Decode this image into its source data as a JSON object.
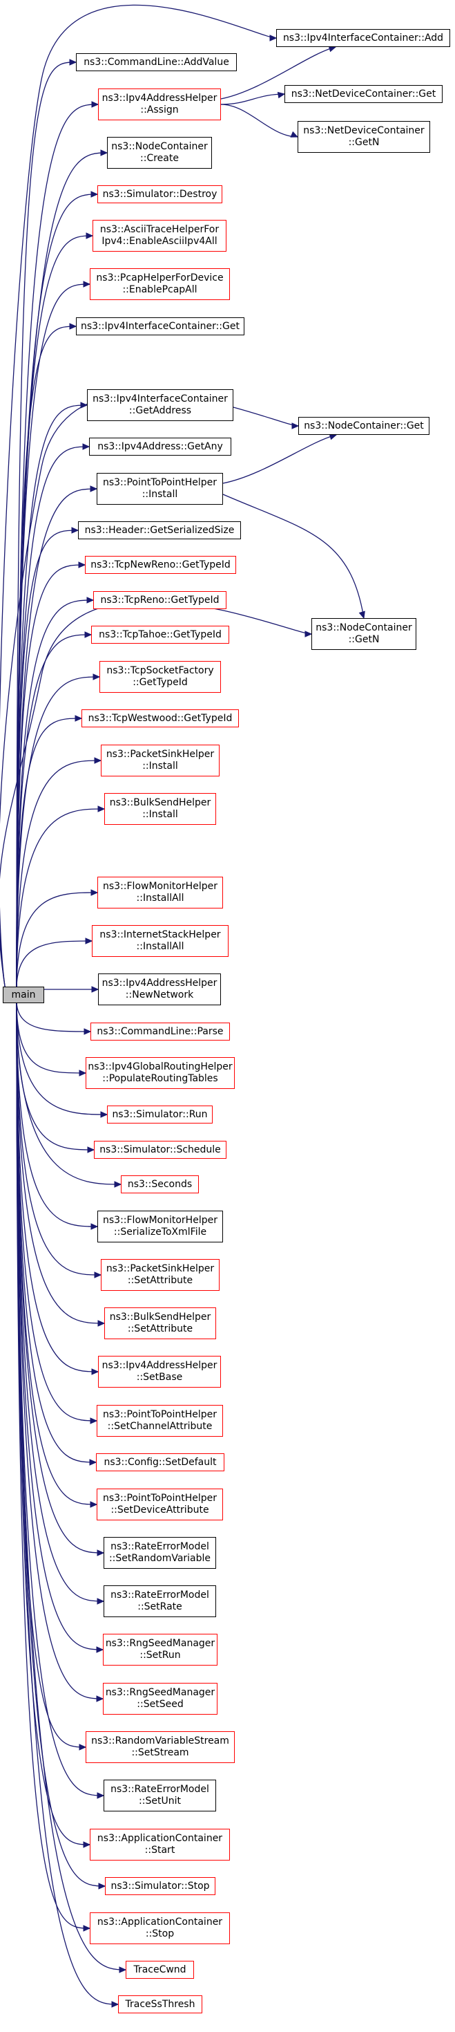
{
  "diagram": {
    "type": "call-graph",
    "edge_color": "#191970",
    "root": {
      "id": "main",
      "lines": [
        "main"
      ]
    },
    "nodes": [
      {
        "id": "commandline-addvalue",
        "lines": [
          "ns3::CommandLine::AddValue"
        ],
        "border": "black"
      },
      {
        "id": "ipv4addresshelper-assign",
        "lines": [
          "ns3::Ipv4AddressHelper",
          "::Assign"
        ],
        "border": "red"
      },
      {
        "id": "nodecontainer-create",
        "lines": [
          "ns3::NodeContainer",
          "::Create"
        ],
        "border": "black"
      },
      {
        "id": "simulator-destroy",
        "lines": [
          "ns3::Simulator::Destroy"
        ],
        "border": "red"
      },
      {
        "id": "asciitrace-enableasciiipv4all",
        "lines": [
          "ns3::AsciiTraceHelperFor",
          "Ipv4::EnableAsciiIpv4All"
        ],
        "border": "red"
      },
      {
        "id": "pcaphelper-enablepcapall",
        "lines": [
          "ns3::PcapHelperForDevice",
          "::EnablePcapAll"
        ],
        "border": "red"
      },
      {
        "id": "ipv4interfacecontainer-get",
        "lines": [
          "ns3::Ipv4InterfaceContainer::Get"
        ],
        "border": "black"
      },
      {
        "id": "ipv4interfacecontainer-getaddress",
        "lines": [
          "ns3::Ipv4InterfaceContainer",
          "::GetAddress"
        ],
        "border": "black"
      },
      {
        "id": "ipv4address-getany",
        "lines": [
          "ns3::Ipv4Address::GetAny"
        ],
        "border": "black"
      },
      {
        "id": "pointtopointhelper-install",
        "lines": [
          "ns3::PointToPointHelper",
          "::Install"
        ],
        "border": "black"
      },
      {
        "id": "header-getserializedsize",
        "lines": [
          "ns3::Header::GetSerializedSize"
        ],
        "border": "black"
      },
      {
        "id": "tcpnewreno-gettypeid",
        "lines": [
          "ns3::TcpNewReno::GetTypeId"
        ],
        "border": "red"
      },
      {
        "id": "tcpreno-gettypeid",
        "lines": [
          "ns3::TcpReno::GetTypeId"
        ],
        "border": "red"
      },
      {
        "id": "tcptahoe-gettypeid",
        "lines": [
          "ns3::TcpTahoe::GetTypeId"
        ],
        "border": "red"
      },
      {
        "id": "tcpsocketfactory-gettypeid",
        "lines": [
          "ns3::TcpSocketFactory",
          "::GetTypeId"
        ],
        "border": "red"
      },
      {
        "id": "tcpwestwood-gettypeid",
        "lines": [
          "ns3::TcpWestwood::GetTypeId"
        ],
        "border": "red"
      },
      {
        "id": "packetsinkhelper-install",
        "lines": [
          "ns3::PacketSinkHelper",
          "::Install"
        ],
        "border": "red"
      },
      {
        "id": "bulksendhelper-install",
        "lines": [
          "ns3::BulkSendHelper",
          "::Install"
        ],
        "border": "red"
      },
      {
        "id": "flowmonitorhelper-installall",
        "lines": [
          "ns3::FlowMonitorHelper",
          "::InstallAll"
        ],
        "border": "red"
      },
      {
        "id": "internetstackhelper-installall",
        "lines": [
          "ns3::InternetStackHelper",
          "::InstallAll"
        ],
        "border": "red"
      },
      {
        "id": "ipv4addresshelper-newnetwork",
        "lines": [
          "ns3::Ipv4AddressHelper",
          "::NewNetwork"
        ],
        "border": "black"
      },
      {
        "id": "commandline-parse",
        "lines": [
          "ns3::CommandLine::Parse"
        ],
        "border": "red"
      },
      {
        "id": "ipv4globalrouting-populate",
        "lines": [
          "ns3::Ipv4GlobalRoutingHelper",
          "::PopulateRoutingTables"
        ],
        "border": "red"
      },
      {
        "id": "simulator-run",
        "lines": [
          "ns3::Simulator::Run"
        ],
        "border": "red"
      },
      {
        "id": "simulator-schedule",
        "lines": [
          "ns3::Simulator::Schedule"
        ],
        "border": "red"
      },
      {
        "id": "seconds",
        "lines": [
          "ns3::Seconds"
        ],
        "border": "red"
      },
      {
        "id": "flowmonitorhelper-serialize",
        "lines": [
          "ns3::FlowMonitorHelper",
          "::SerializeToXmlFile"
        ],
        "border": "black"
      },
      {
        "id": "packetsinkhelper-setattribute",
        "lines": [
          "ns3::PacketSinkHelper",
          "::SetAttribute"
        ],
        "border": "red"
      },
      {
        "id": "bulksendhelper-setattribute",
        "lines": [
          "ns3::BulkSendHelper",
          "::SetAttribute"
        ],
        "border": "red"
      },
      {
        "id": "ipv4addresshelper-setbase",
        "lines": [
          "ns3::Ipv4AddressHelper",
          "::SetBase"
        ],
        "border": "red"
      },
      {
        "id": "pointtopointhelper-setchannelattribute",
        "lines": [
          "ns3::PointToPointHelper",
          "::SetChannelAttribute"
        ],
        "border": "red"
      },
      {
        "id": "config-setdefault",
        "lines": [
          "ns3::Config::SetDefault"
        ],
        "border": "red"
      },
      {
        "id": "pointtopointhelper-setdeviceattribute",
        "lines": [
          "ns3::PointToPointHelper",
          "::SetDeviceAttribute"
        ],
        "border": "red"
      },
      {
        "id": "rateerrormodel-setrandomvariable",
        "lines": [
          "ns3::RateErrorModel",
          "::SetRandomVariable"
        ],
        "border": "black"
      },
      {
        "id": "rateerrormodel-setrate",
        "lines": [
          "ns3::RateErrorModel",
          "::SetRate"
        ],
        "border": "black"
      },
      {
        "id": "rngseedmanager-setrun",
        "lines": [
          "ns3::RngSeedManager",
          "::SetRun"
        ],
        "border": "red"
      },
      {
        "id": "rngseedmanager-setseed",
        "lines": [
          "ns3::RngSeedManager",
          "::SetSeed"
        ],
        "border": "red"
      },
      {
        "id": "randomvariablestream-setstream",
        "lines": [
          "ns3::RandomVariableStream",
          "::SetStream"
        ],
        "border": "red"
      },
      {
        "id": "rateerrormodel-setunit",
        "lines": [
          "ns3::RateErrorModel",
          "::SetUnit"
        ],
        "border": "black"
      },
      {
        "id": "applicationcontainer-start",
        "lines": [
          "ns3::ApplicationContainer",
          "::Start"
        ],
        "border": "red"
      },
      {
        "id": "simulator-stop",
        "lines": [
          "ns3::Simulator::Stop"
        ],
        "border": "red"
      },
      {
        "id": "applicationcontainer-stop",
        "lines": [
          "ns3::ApplicationContainer",
          "::Stop"
        ],
        "border": "red"
      },
      {
        "id": "tracecwnd",
        "lines": [
          "TraceCwnd"
        ],
        "border": "red"
      },
      {
        "id": "tracessthresh",
        "lines": [
          "TraceSsThresh"
        ],
        "border": "red"
      },
      {
        "id": "ipv4interfacecontainer-add",
        "lines": [
          "ns3::Ipv4InterfaceContainer::Add"
        ],
        "border": "black"
      },
      {
        "id": "netdevicecontainer-get",
        "lines": [
          "ns3::NetDeviceContainer::Get"
        ],
        "border": "black"
      },
      {
        "id": "netdevicecontainer-getn",
        "lines": [
          "ns3::NetDeviceContainer",
          "::GetN"
        ],
        "border": "black"
      },
      {
        "id": "nodecontainer-get",
        "lines": [
          "ns3::NodeContainer::Get"
        ],
        "border": "black"
      },
      {
        "id": "nodecontainer-getn",
        "lines": [
          "ns3::NodeContainer",
          "::GetN"
        ],
        "border": "black"
      }
    ],
    "edges": [
      [
        "main",
        "ipv4interfacecontainer-add"
      ],
      [
        "main",
        "commandline-addvalue"
      ],
      [
        "main",
        "ipv4addresshelper-assign"
      ],
      [
        "main",
        "nodecontainer-create"
      ],
      [
        "main",
        "simulator-destroy"
      ],
      [
        "main",
        "asciitrace-enableasciiipv4all"
      ],
      [
        "main",
        "pcaphelper-enablepcapall"
      ],
      [
        "main",
        "ipv4interfacecontainer-get"
      ],
      [
        "main",
        "nodecontainer-get"
      ],
      [
        "main",
        "ipv4interfacecontainer-getaddress"
      ],
      [
        "main",
        "ipv4address-getany"
      ],
      [
        "main",
        "pointtopointhelper-install"
      ],
      [
        "main",
        "header-getserializedsize"
      ],
      [
        "main",
        "tcpnewreno-gettypeid"
      ],
      [
        "main",
        "tcpreno-gettypeid"
      ],
      [
        "main",
        "tcptahoe-gettypeid"
      ],
      [
        "main",
        "tcpsocketfactory-gettypeid"
      ],
      [
        "main",
        "tcpwestwood-gettypeid"
      ],
      [
        "main",
        "packetsinkhelper-install"
      ],
      [
        "main",
        "bulksendhelper-install"
      ],
      [
        "main",
        "nodecontainer-getn"
      ],
      [
        "main",
        "flowmonitorhelper-installall"
      ],
      [
        "main",
        "internetstackhelper-installall"
      ],
      [
        "main",
        "ipv4addresshelper-newnetwork"
      ],
      [
        "main",
        "commandline-parse"
      ],
      [
        "main",
        "ipv4globalrouting-populate"
      ],
      [
        "main",
        "simulator-run"
      ],
      [
        "main",
        "simulator-schedule"
      ],
      [
        "main",
        "seconds"
      ],
      [
        "main",
        "flowmonitorhelper-serialize"
      ],
      [
        "main",
        "packetsinkhelper-setattribute"
      ],
      [
        "main",
        "bulksendhelper-setattribute"
      ],
      [
        "main",
        "ipv4addresshelper-setbase"
      ],
      [
        "main",
        "pointtopointhelper-setchannelattribute"
      ],
      [
        "main",
        "config-setdefault"
      ],
      [
        "main",
        "pointtopointhelper-setdeviceattribute"
      ],
      [
        "main",
        "rateerrormodel-setrandomvariable"
      ],
      [
        "main",
        "rateerrormodel-setrate"
      ],
      [
        "main",
        "rngseedmanager-setrun"
      ],
      [
        "main",
        "rngseedmanager-setseed"
      ],
      [
        "main",
        "randomvariablestream-setstream"
      ],
      [
        "main",
        "rateerrormodel-setunit"
      ],
      [
        "main",
        "applicationcontainer-start"
      ],
      [
        "main",
        "simulator-stop"
      ],
      [
        "main",
        "applicationcontainer-stop"
      ],
      [
        "main",
        "tracecwnd"
      ],
      [
        "main",
        "tracessthresh"
      ],
      [
        "ipv4addresshelper-assign",
        "ipv4interfacecontainer-add"
      ],
      [
        "ipv4addresshelper-assign",
        "netdevicecontainer-get"
      ],
      [
        "ipv4addresshelper-assign",
        "netdevicecontainer-getn"
      ],
      [
        "pointtopointhelper-install",
        "nodecontainer-get"
      ],
      [
        "pointtopointhelper-install",
        "nodecontainer-getn"
      ]
    ]
  }
}
